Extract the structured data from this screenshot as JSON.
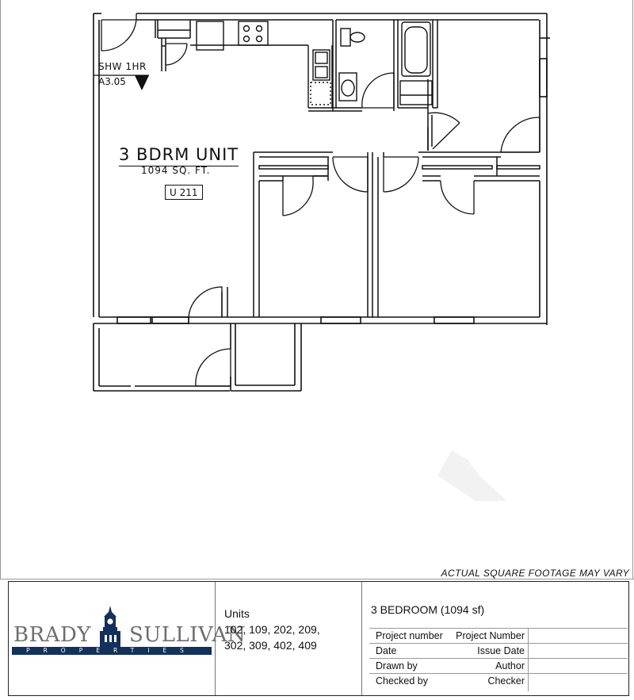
{
  "plan": {
    "title": "3 BDRM UNIT",
    "area": "1094 SQ. FT.",
    "unit_tag": "U 211",
    "wall_rating": "SHW 1HR",
    "section_ref": "A3.05"
  },
  "disclaimer": "ACTUAL SQUARE FOOTAGE MAY VARY",
  "title_block": {
    "logo": {
      "left": "BRADY",
      "right": "SULLIVAN",
      "sub": "PROPERTIES"
    },
    "units_heading": "Units",
    "units_line1": "102, 109, 202, 209,",
    "units_line2": "302, 309, 402, 409",
    "unit_type": "3 BEDROOM  (1094 sf)",
    "fields": [
      {
        "key": "Project number",
        "value": "Project Number"
      },
      {
        "key": "Date",
        "value": "Issue Date"
      },
      {
        "key": "Drawn by",
        "value": "Author"
      },
      {
        "key": "Checked by",
        "value": "Checker"
      }
    ]
  }
}
